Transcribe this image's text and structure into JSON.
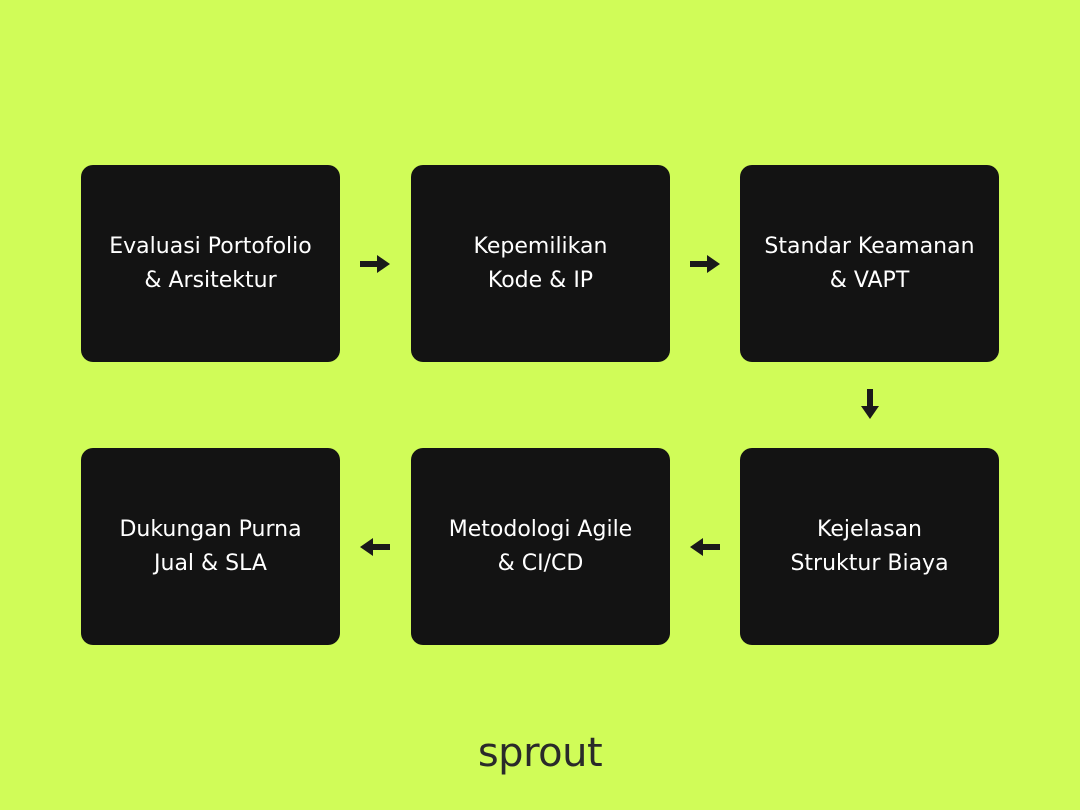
{
  "colors": {
    "background": "#d0fc58",
    "box": "#131313",
    "box_text": "#ffffff",
    "arrow": "#1a1a1a",
    "brand": "#2a2a2a"
  },
  "steps": [
    {
      "label": "Evaluasi Portofolio\n& Arsitektur"
    },
    {
      "label": "Kepemilikan\nKode & IP"
    },
    {
      "label": "Standar Keamanan\n& VAPT"
    },
    {
      "label": "Kejelasan\nStruktur Biaya"
    },
    {
      "label": "Metodologi Agile\n& CI/CD"
    },
    {
      "label": "Dukungan Purna\nJual & SLA"
    }
  ],
  "arrows": [
    {
      "from": "Evaluasi Portofolio & Arsitektur",
      "to": "Kepemilikan Kode & IP",
      "direction": "right",
      "icon": "arrow-right-icon"
    },
    {
      "from": "Kepemilikan Kode & IP",
      "to": "Standar Keamanan & VAPT",
      "direction": "right",
      "icon": "arrow-right-icon"
    },
    {
      "from": "Standar Keamanan & VAPT",
      "to": "Kejelasan Struktur Biaya",
      "direction": "down",
      "icon": "arrow-down-icon"
    },
    {
      "from": "Kejelasan Struktur Biaya",
      "to": "Metodologi Agile & CI/CD",
      "direction": "left",
      "icon": "arrow-left-icon"
    },
    {
      "from": "Metodologi Agile & CI/CD",
      "to": "Dukungan Purna Jual & SLA",
      "direction": "left",
      "icon": "arrow-left-icon"
    }
  ],
  "brand": {
    "text": "sprout"
  }
}
